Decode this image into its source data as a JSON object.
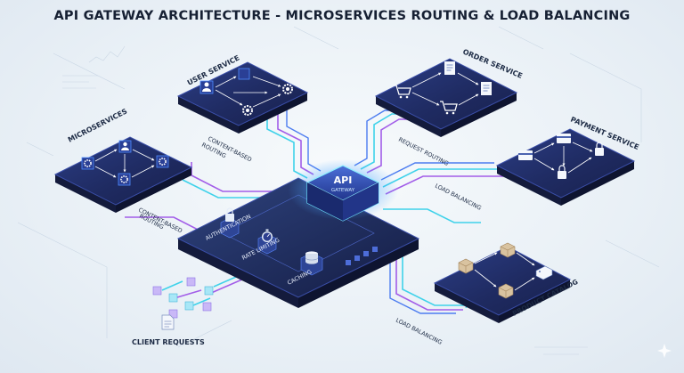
{
  "title": "API GATEWAY ARCHITECTURE - MICROSERVICES ROUTING & LOAD BALANCING",
  "gateway": {
    "line1": "API",
    "line2": "GATEWAY"
  },
  "services": {
    "user": "USER SERVICE",
    "order": "ORDER SERVICE",
    "micro": "MICROSERVICES",
    "payment": "PAYMENT SERVICE",
    "catalog": "PRODUCT CATALOG"
  },
  "flows": {
    "content_routing_1_line1": "CONTENT-BASED",
    "content_routing_1_line2": "ROUTING",
    "content_routing_2_line1": "CONTENT-BASED",
    "content_routing_2_line2": "ROUTING",
    "request_routing": "REQUEST ROUTING",
    "load_balancing_1": "LOAD BALANCING",
    "load_balancing_2": "LOAD BALANCING"
  },
  "features": {
    "authentication": "AUTHENTICATION",
    "rate_limiting": "RATE LIMITING",
    "caching": "CACHING"
  },
  "client": "CLIENT REQUESTS",
  "colors": {
    "platform": "#1b2552",
    "platform_edge": "#3a4ea8",
    "cyan_flow": "#3fd2ea",
    "purple_flow": "#a25de8",
    "gateway_glow": "#5fe0ff",
    "title": "#162033"
  },
  "icons": [
    "user-icon",
    "gear-icon",
    "cart-icon",
    "document-icon",
    "credit-card-icon",
    "lock-icon",
    "stopwatch-icon",
    "database-icon",
    "box-icon",
    "price-tag-icon"
  ]
}
